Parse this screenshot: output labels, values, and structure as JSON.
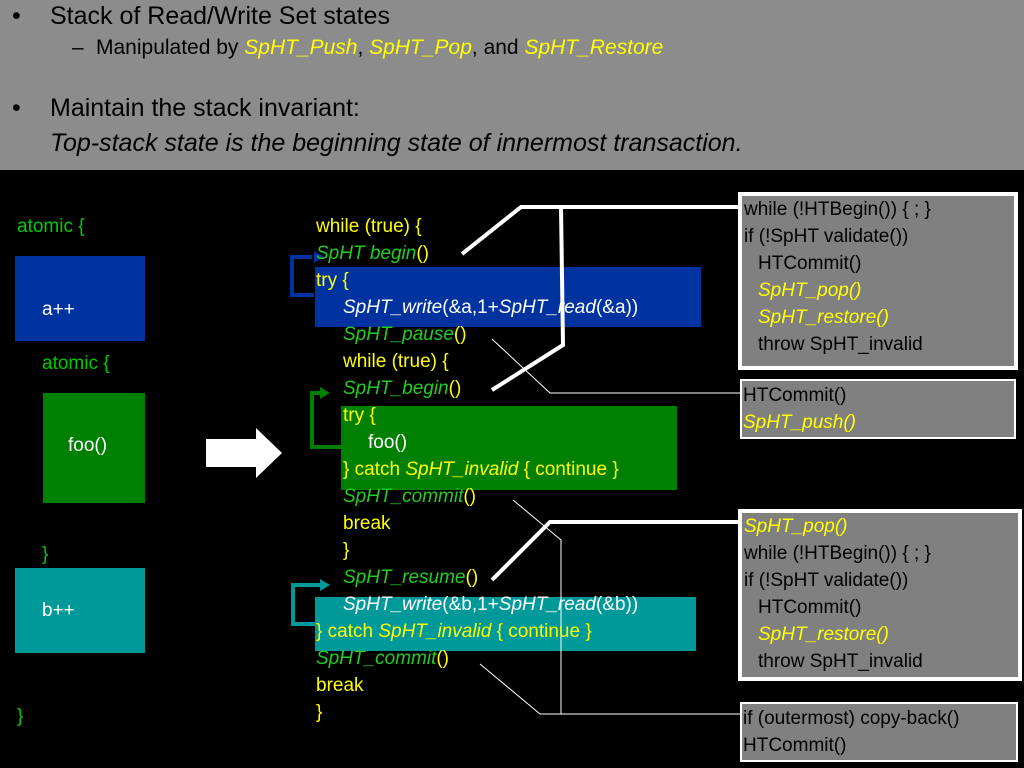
{
  "header": {
    "bullet1_text": "Stack of Read/Write Set states",
    "bullet1_sub_prefix": "Manipulated by ",
    "bullet1_sub_push": "SpHT_Push",
    "bullet1_sub_comma1": ", ",
    "bullet1_sub_pop": "SpHT_Pop",
    "bullet1_sub_and": ", and ",
    "bullet1_sub_restore": "SpHT_Restore",
    "bullet2_text": "Maintain the stack invariant:",
    "bullet2_italic": "Top-stack state is the beginning state of innermost transaction.",
    "bullet_glyph": "•",
    "dash_glyph": "–"
  },
  "source": {
    "atomic_outer": "atomic {",
    "a_inc": "a++",
    "atomic_inner": "atomic {",
    "foo": "foo()",
    "inner_close": "}",
    "b_inc": "b++",
    "outer_close": "}"
  },
  "translated": {
    "l1": "while (true) {",
    "l2": "SpHT begin",
    "l2b": "()",
    "l3": "try {",
    "l4a": "SpHT_write",
    "l4b": "(&a,1+",
    "l4c": "SpHT_read",
    "l4d": "(&a))",
    "l5": "SpHT_pause",
    "l5b": "()",
    "l6": "while (true) {",
    "l7": "SpHT_begin",
    "l7b": "()",
    "l8": "try {",
    "l9": "foo()",
    "l10a": "} catch ",
    "l10b": "SpHT_invalid",
    "l10c": " { continue }",
    "l11": "SpHT_commit",
    "l11b": "()",
    "l12": "break",
    "l13": "}",
    "l14": "SpHT_resume",
    "l14b": "()",
    "l15a": "SpHT_write",
    "l15b": "(&b,1+",
    "l15c": "SpHT_read",
    "l15d": "(&b))",
    "l16a": "} catch ",
    "l16b": "SpHT_invalid",
    "l16c": " { continue }",
    "l17": "SpHT_commit",
    "l17b": "()",
    "l18": "break",
    "l19": "}"
  },
  "boxes": {
    "box1": [
      "while (!HTBegin()) { ; }",
      "if (!SpHT validate())",
      "HTCommit()",
      "SpHT_pop()",
      "SpHT_restore()",
      "throw SpHT_invalid"
    ],
    "box2": [
      "HTCommit()",
      "SpHT_push()"
    ],
    "box3": [
      "SpHT_pop()",
      "while (!HTBegin()) { ; }",
      "if (!SpHT validate())",
      "HTCommit()",
      "SpHT_restore()",
      "throw SpHT_invalid"
    ],
    "box4": [
      "if (outermost) copy-back()",
      "HTCommit()"
    ]
  },
  "colors": {
    "header_bg": "#8c8c8c",
    "blue_box": "#0033a0",
    "green_box": "#008000",
    "teal_box": "#009999",
    "yellow_text": "#ffff00",
    "green_text": "#00cc00"
  }
}
